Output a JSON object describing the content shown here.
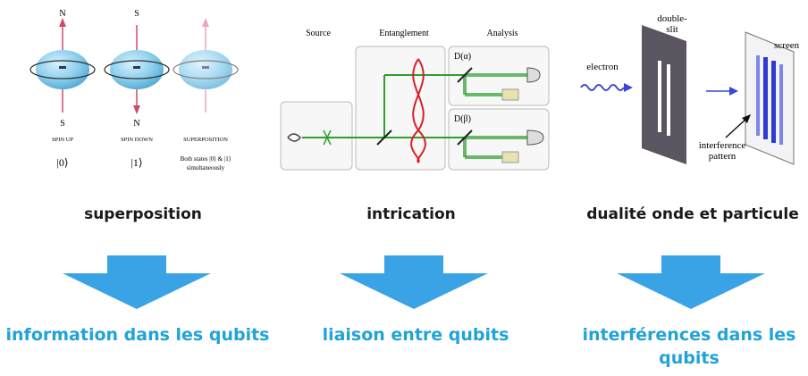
{
  "superposition": {
    "pole_labels": [
      "N",
      "S",
      "S",
      "N"
    ],
    "state_labels": [
      "SPIN UP",
      "SPIN DOWN",
      "SUPERPOSITION"
    ],
    "kets": [
      "|0⟩",
      "|1⟩"
    ],
    "both_states": "Both states |0⟩ & |1⟩",
    "simultaneously": "simultaneously",
    "caption": "superposition",
    "result": "information dans les qubits"
  },
  "entanglement": {
    "section_labels": [
      "Source",
      "Entanglement",
      "Analysis"
    ],
    "detector_labels": [
      "D(α)",
      "D(β)"
    ],
    "caption": "intrication",
    "result": "liaison entre qubits"
  },
  "duality": {
    "labels": {
      "electron": "electron",
      "double_slit_1": "double-",
      "double_slit_2": "slit",
      "screen": "screen",
      "interference_1": "interference",
      "interference_2": "pattern"
    },
    "caption": "dualité onde et particule",
    "result_line1": "interférences dans les",
    "result_line2": "qubits"
  },
  "colors": {
    "caption": "#1a1a1a",
    "result": "#21a3d8",
    "arrow": "#3aa3e6",
    "sphere": "#8fd0ee",
    "beam": "#2e9e2e",
    "entangle": "#d81f26",
    "slit": "#5a5560"
  }
}
